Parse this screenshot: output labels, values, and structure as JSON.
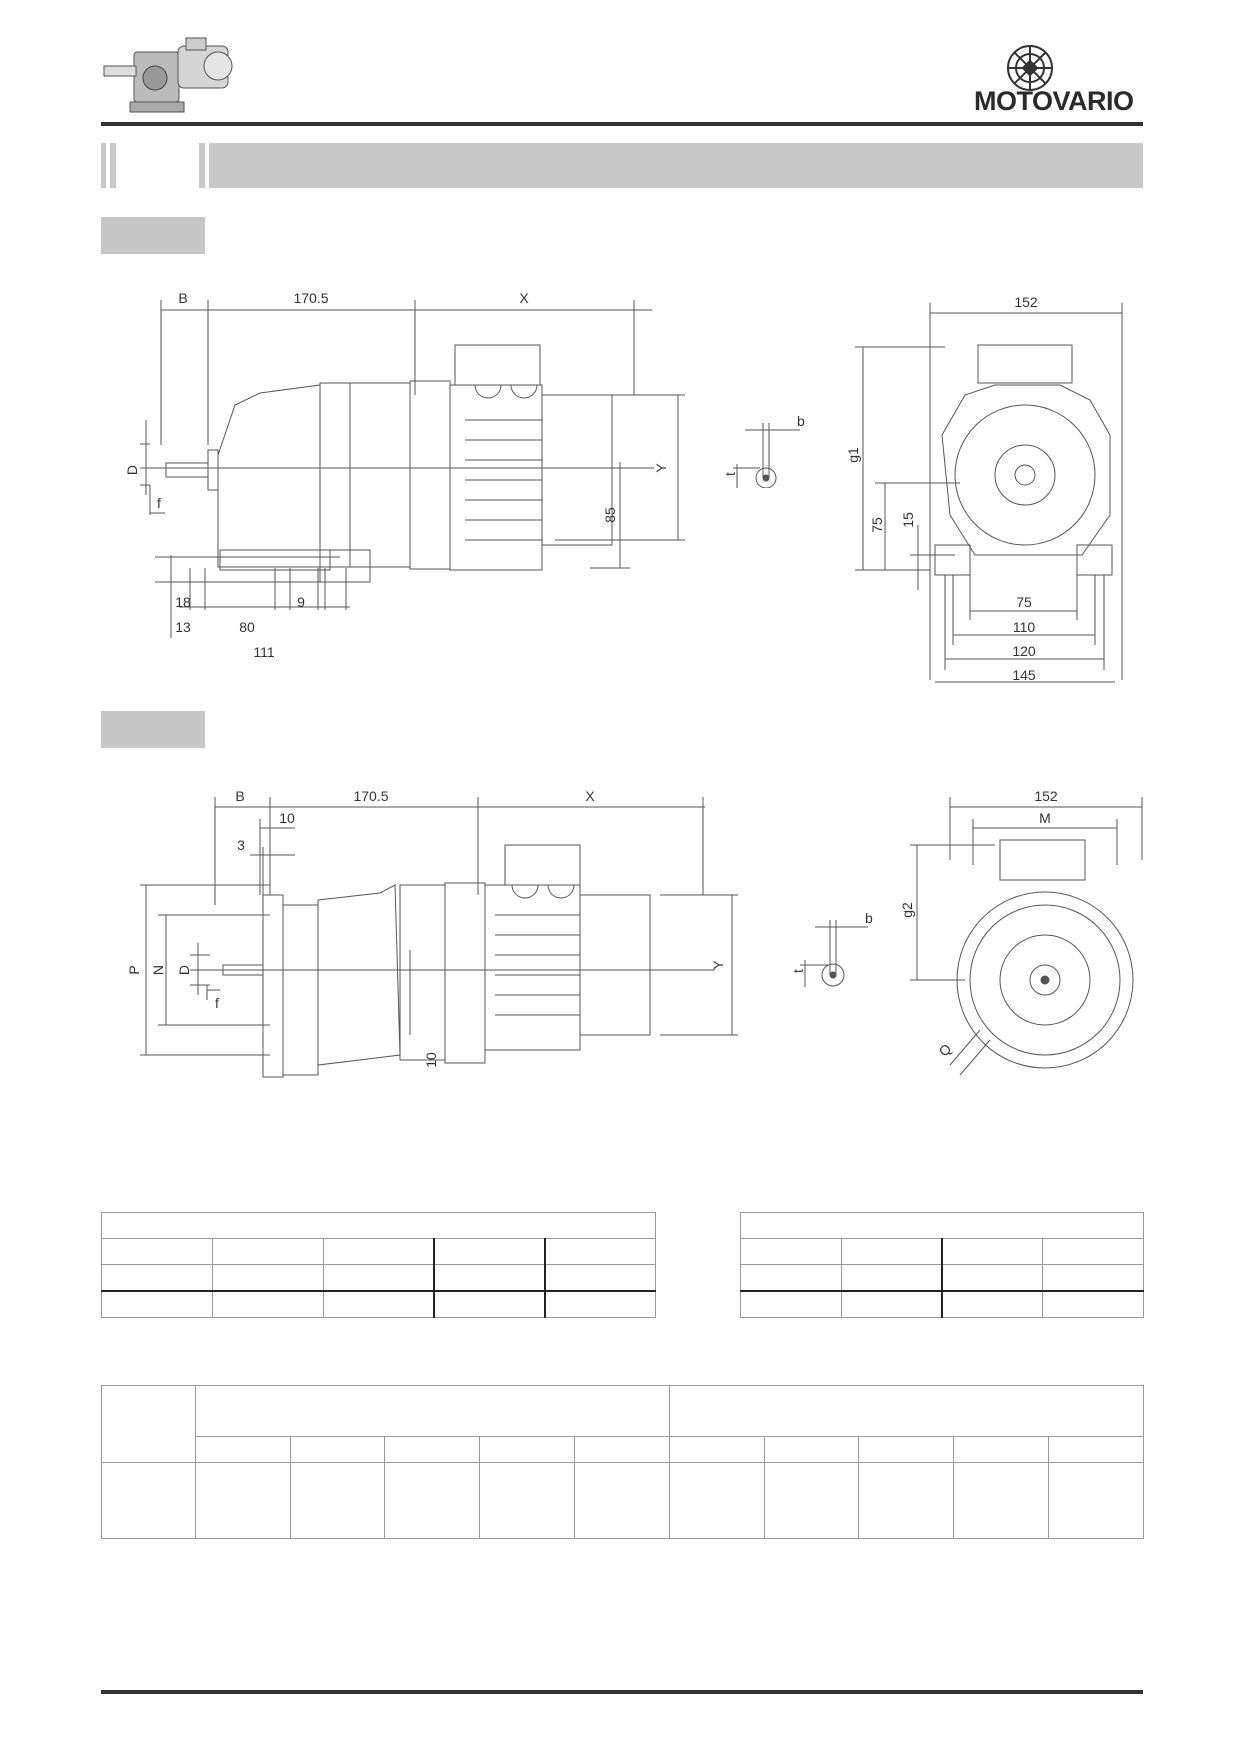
{
  "brand": {
    "name": "MOTOVARIO"
  },
  "icons": {
    "product": "gearmotor-icon",
    "logo": "motovario-logo-icon"
  },
  "colors": {
    "header_bar": "#c8c8c8",
    "rule": "#333333"
  },
  "drawing_top": {
    "side": {
      "dim_B": "B",
      "dim_1705": "170.5",
      "dim_X": "X",
      "dim_D": "D",
      "dim_f": "f",
      "dim_Y": "Y",
      "dim_85": "85",
      "dim_18": "18",
      "dim_9": "9",
      "dim_13": "13",
      "dim_80": "80",
      "dim_111": "111"
    },
    "key": {
      "dim_b": "b",
      "dim_t": "t"
    },
    "front": {
      "dim_152": "152",
      "dim_g1": "g1",
      "dim_75v": "75",
      "dim_15": "15",
      "dim_75": "75",
      "dim_110": "110",
      "dim_120": "120",
      "dim_145": "145"
    }
  },
  "drawing_bottom": {
    "side": {
      "dim_B": "B",
      "dim_1705": "170.5",
      "dim_X": "X",
      "dim_10a": "10",
      "dim_3": "3",
      "dim_P": "P",
      "dim_N": "N",
      "dim_D": "D",
      "dim_f": "f",
      "dim_Y": "Y",
      "dim_10b": "10"
    },
    "key": {
      "dim_b": "b",
      "dim_t": "t"
    },
    "front": {
      "dim_152": "152",
      "dim_M": "M",
      "dim_g2": "g2",
      "dim_Q": "Q"
    }
  }
}
